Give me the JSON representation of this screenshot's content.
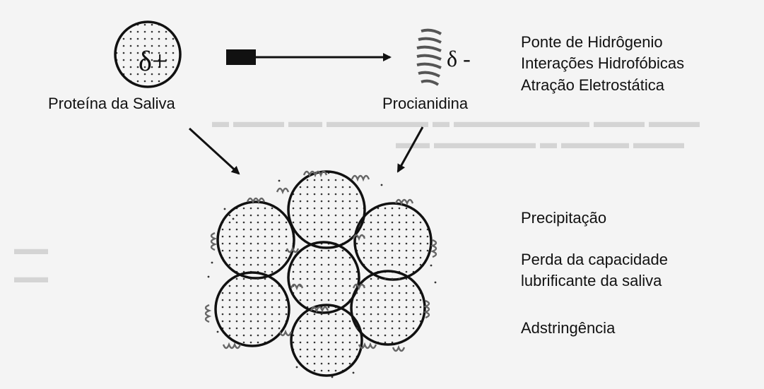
{
  "symbols": {
    "protein_charge": "δ+",
    "procyanidin_charge": "δ -"
  },
  "labels": {
    "protein": "Proteína da Saliva",
    "procyanidin": "Procianidina"
  },
  "interactions": [
    "Ponte de Hidrôgenio",
    "Interações Hidrofóbicas",
    "Atração Eletrostática"
  ],
  "effects": {
    "precipitation": "Precipitação",
    "lubrication_line1": "Perda da capacidade",
    "lubrication_line2": "lubrificante da saliva",
    "astringency": "Adstringência"
  },
  "colors": {
    "ink": "#111111",
    "background": "#f4f4f4"
  }
}
